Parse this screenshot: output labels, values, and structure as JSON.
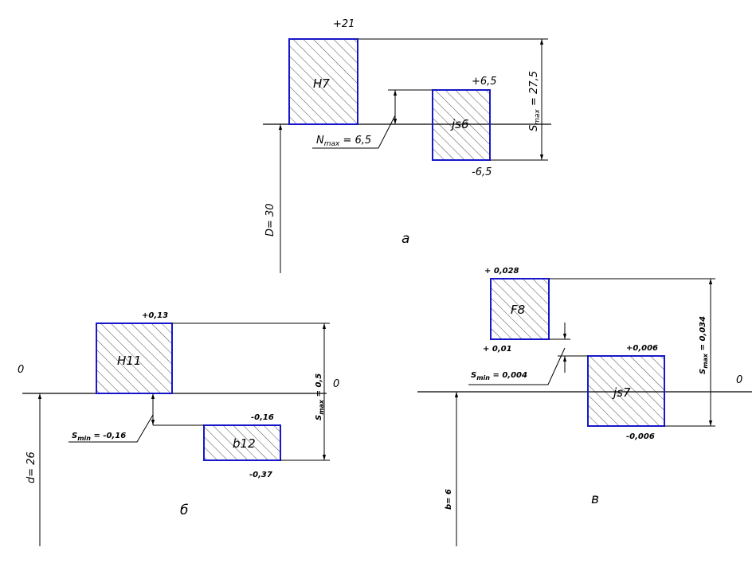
{
  "colors": {
    "box_outline": "#1717c9",
    "lines": "#000000"
  },
  "diagram_a": {
    "caption": "а",
    "nominal": "D= 30",
    "hole": {
      "name": "H7",
      "upper": "+21"
    },
    "shaft": {
      "name": "js6",
      "upper": "+6,5",
      "lower": "-6,5"
    },
    "nmax": {
      "base": "N",
      "sub": "max",
      "value": " = 6,5"
    },
    "smax": {
      "base": "S",
      "sub": "max",
      "value": " = 27,5"
    }
  },
  "diagram_b": {
    "caption": "б",
    "zero": "0",
    "zero_right": "0",
    "nominal": "d= 26",
    "hole": {
      "name": "H11",
      "upper": "+0,13"
    },
    "shaft": {
      "name": "b12",
      "upper": "-0,16",
      "lower": "-0,37"
    },
    "smin": {
      "base": "S",
      "sub": "min",
      "value": " = -0,16"
    },
    "smax": {
      "base": "S",
      "sub": "max",
      "value": " = 0,5"
    }
  },
  "diagram_c": {
    "caption": "в",
    "zero": "0",
    "nominal": "b= 6",
    "hole": {
      "name": "F8",
      "upper": "+ 0,028",
      "lower": "+ 0,01"
    },
    "shaft": {
      "name": "js7",
      "upper": "+0,006",
      "lower": "-0,006"
    },
    "smin": {
      "base": "S",
      "sub": "min",
      "value": " = 0,004"
    },
    "smax": {
      "base": "S",
      "sub": "max",
      "value": " = 0,034"
    }
  }
}
